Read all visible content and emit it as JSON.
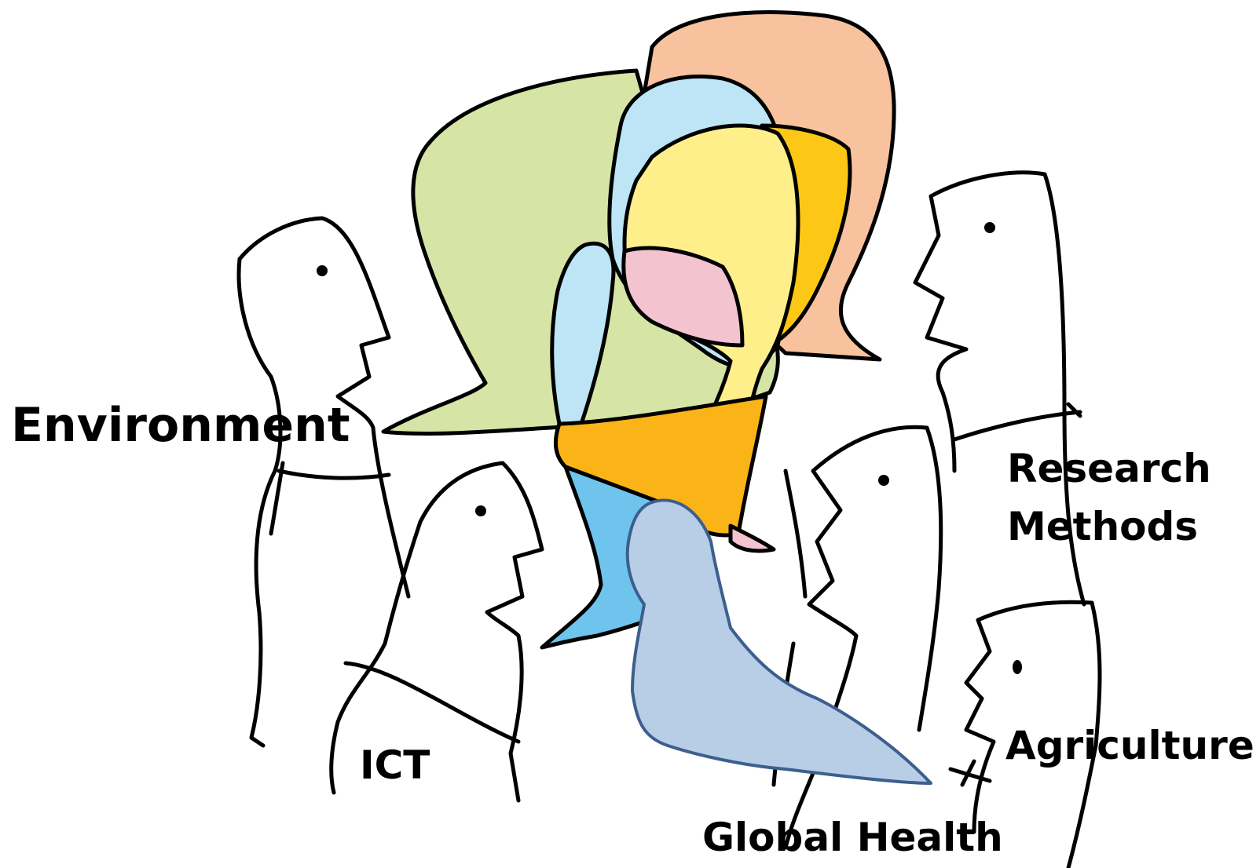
{
  "labels": {
    "environment": "Environment",
    "research_methods_line1": "Research",
    "research_methods_line2": "Methods",
    "agriculture": "Agriculture",
    "ict": "ICT",
    "global_health": "Global Health"
  },
  "colors": {
    "green_bubble": "#D6E4A6",
    "peach_bubble": "#F8C29E",
    "light_blue_bubble": "#BEE5F6",
    "yellow_bubble": "#FEEF8B",
    "gold_bubble": "#FCC815",
    "pink_bubble": "#F3C3CF",
    "orange_bubble": "#FBB417",
    "cyan_bubble": "#6FC4EE",
    "global_health_figure": "#B8CDE6",
    "global_health_outline": "#3C5F8E",
    "line": "#000000"
  }
}
